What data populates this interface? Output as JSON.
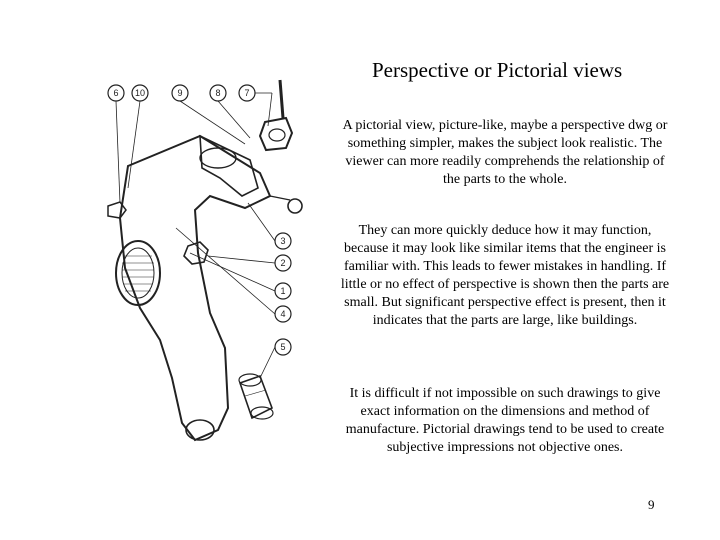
{
  "title": "Perspective or Pictorial views",
  "paragraphs": [
    "A pictorial view, picture-like, maybe a perspective dwg or something simpler, makes the subject look realistic. The viewer can more readily comprehends the relationship of the parts to the whole.",
    "They can more quickly deduce how it may function, because it may look like similar items that the engineer is familiar with. This leads to fewer mistakes in handling. If little or no effect of perspective is shown then the parts are small. But significant perspective effect is present, then it indicates that the parts are large, like buildings.",
    "It is difficult if not impossible on such drawings to give exact information on the dimensions and method of manufacture. Pictorial drawings tend to be used to create subjective impressions not objective ones."
  ],
  "page_number": "9",
  "callouts": {
    "top": [
      "6",
      "10",
      "9",
      "8",
      "7"
    ],
    "right": [
      "3",
      "2",
      "1",
      "4",
      "5"
    ]
  }
}
